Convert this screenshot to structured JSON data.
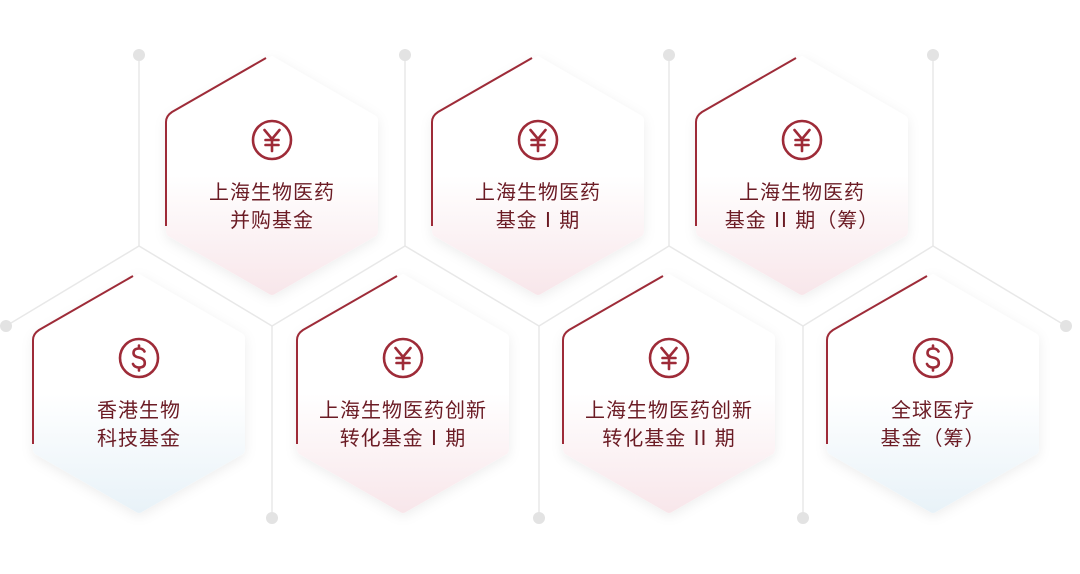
{
  "colors": {
    "accent": "#9e2b38",
    "text": "#6b1b24",
    "line": "#e6e6e6",
    "dot": "#e3e3e3",
    "pink_tint": "#f9e9ec",
    "blue_tint": "#eaf3f9"
  },
  "funds": [
    {
      "icon": "yen-icon",
      "tint": "pink",
      "line1": "上海生物医药",
      "line2": "并购基金"
    },
    {
      "icon": "yen-icon",
      "tint": "pink",
      "line1": "上海生物医药",
      "line2": "基金 I 期"
    },
    {
      "icon": "yen-icon",
      "tint": "pink",
      "line1": "上海生物医药",
      "line2": "基金 II 期（筹）"
    },
    {
      "icon": "dollar-icon",
      "tint": "blue",
      "line1": "香港生物",
      "line2": "科技基金"
    },
    {
      "icon": "yen-icon",
      "tint": "pink",
      "line1": "上海生物医药创新",
      "line2": "转化基金 I 期"
    },
    {
      "icon": "yen-icon",
      "tint": "pink",
      "line1": "上海生物医药创新",
      "line2": "转化基金 II 期"
    },
    {
      "icon": "dollar-icon",
      "tint": "blue",
      "line1": "全球医疗",
      "line2": "基金（筹）"
    }
  ]
}
